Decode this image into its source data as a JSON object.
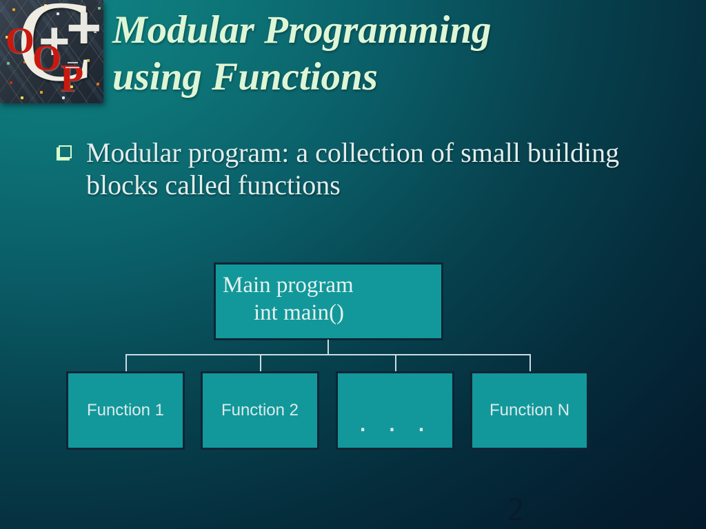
{
  "slide": {
    "page_number": "2",
    "header": {
      "title_lines": [
        "Modular Programming",
        "using Functions"
      ]
    },
    "logo": {
      "letter_c": "C",
      "plus_signs": [
        "+",
        "+"
      ],
      "letters_oop": [
        "O",
        "O",
        "P"
      ]
    },
    "bullet": {
      "lines": [
        "Modular program: a collection of small building",
        "blocks called functions"
      ]
    },
    "diagram": {
      "root": {
        "line1": "Main program",
        "line2": "int main()"
      },
      "children": [
        {
          "label": "Function 1"
        },
        {
          "label": "Function 2"
        },
        {
          "label": ". . ."
        },
        {
          "label": "Function N"
        }
      ]
    },
    "colors": {
      "background_teal": "#108686",
      "background_navy": "#051527",
      "title_text": "#def6d6",
      "body_text": "#e3edec",
      "box_fill": "#12989a",
      "box_border": "#0d2535",
      "connector": "#ccdce4",
      "logo_red": "#c9190f"
    }
  }
}
